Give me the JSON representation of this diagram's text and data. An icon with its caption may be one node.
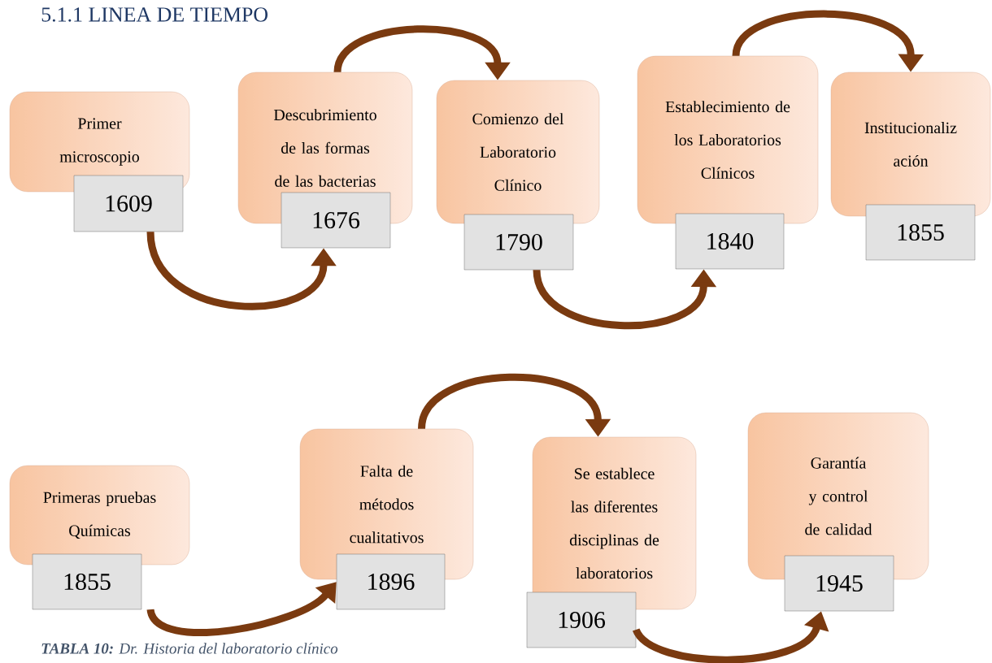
{
  "diagram": {
    "title": "5.1.1 LINEA DE TIEMPO",
    "caption": "**TABLA 10:** Dr. Historia del laboratorio clínico",
    "nodes": [
      {
        "text": [
          "Primer microscopio"
        ]
      },
      {
        "text": [
          "1609"
        ]
      },
      {
        "text": [
          "Descubrimiento de las formas de las bacterias"
        ]
      },
      {
        "text": [
          "1676"
        ]
      },
      {
        "text": [
          "Comienzo del Laboratorio Clínico"
        ]
      },
      {
        "text": [
          "1790"
        ]
      },
      {
        "text": [
          "Establecimiento de los Laboratorios Clínicos"
        ]
      },
      {
        "text": [
          "1840"
        ]
      },
      {
        "text": [
          "Institucionaliz ación"
        ]
      },
      {
        "text": [
          "1855"
        ]
      },
      {
        "text": [
          "Primeras pruebas Químicas"
        ]
      },
      {
        "text": [
          "1855"
        ]
      },
      {
        "text": [
          "Falta de métodos cualitativos"
        ]
      },
      {
        "text": [
          "1896"
        ]
      },
      {
        "text": [
          "Se establece las diferentes disciplinas de laboratorios"
        ]
      },
      {
        "text": [
          "1906"
        ]
      },
      {
        "text": [
          "Garantía y control de calidad"
        ]
      },
      {
        "text": [
          "1945"
        ]
      }
    ],
    "edges": [
      {
        "from": 1,
        "to": 3,
        "arrow": "to"
      },
      {
        "from": 2,
        "to": 4,
        "arrow": "to"
      },
      {
        "from": 5,
        "to": 7,
        "arrow": "to"
      },
      {
        "from": 6,
        "to": 8,
        "arrow": "to"
      },
      {
        "from": 11,
        "to": 13,
        "arrow": "to"
      },
      {
        "from": 12,
        "to": 14,
        "arrow": "to"
      },
      {
        "from": 15,
        "to": 17,
        "arrow": "to"
      }
    ]
  }
}
